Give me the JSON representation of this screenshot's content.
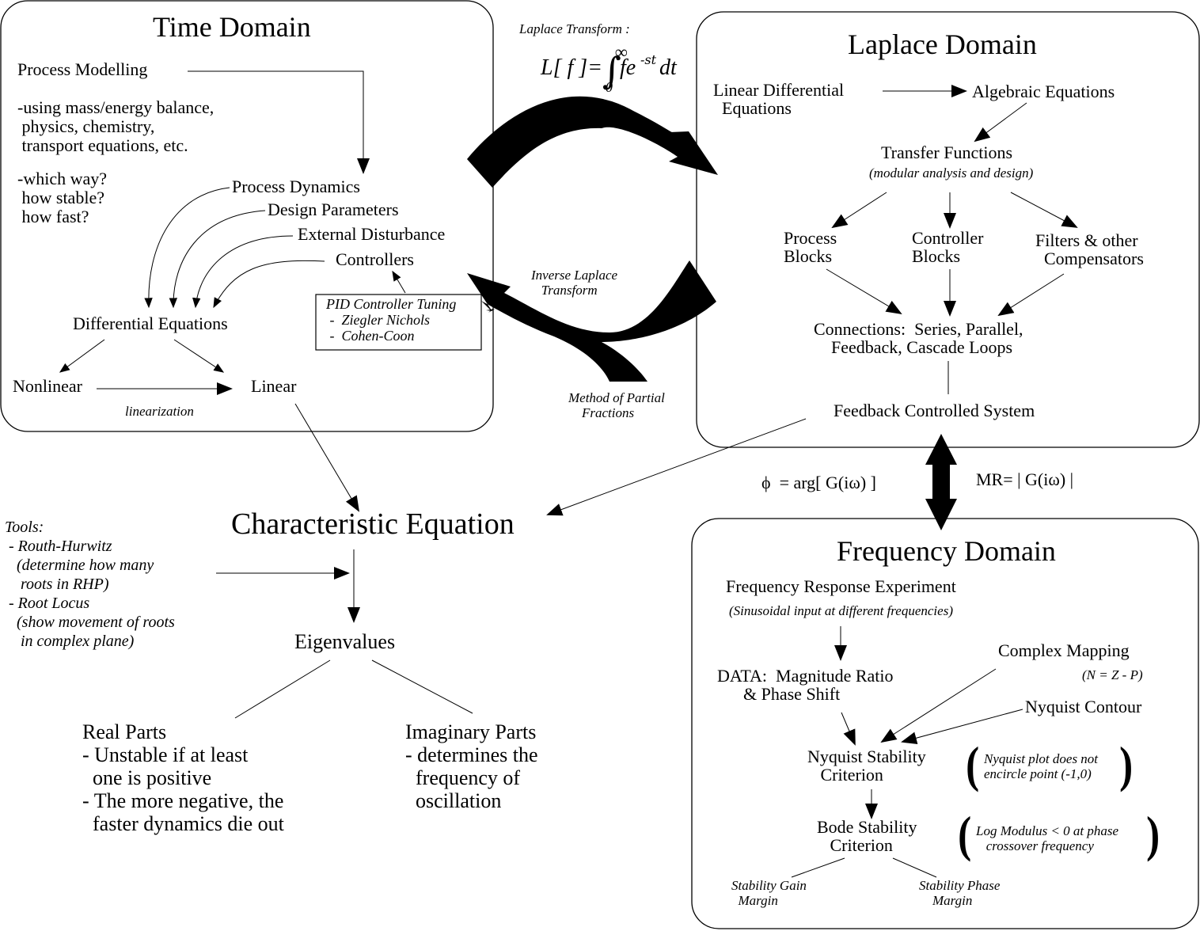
{
  "time_domain": {
    "title": "Time Domain",
    "process_modelling": "Process Modelling",
    "modelling_notes": "-using mass/energy balance,\n physics, chemistry,\n transport equations, etc.",
    "questions": "-which way?\n how stable?\n how fast?",
    "inputs": [
      "Process Dynamics",
      "Design Parameters",
      "External Disturbance",
      "Controllers"
    ],
    "pid_box": {
      "title": "PID Controller Tuning",
      "items": [
        " -  Ziegler Nichols",
        " -  Cohen-Coon"
      ]
    },
    "differential_equations": "Differential Equations",
    "nonlinear": "Nonlinear",
    "linear": "Linear",
    "linearization": "linearization"
  },
  "transforms": {
    "laplace_label": "Laplace Transform :",
    "formula_lhs": "L[ f ]=",
    "formula_body": "fe",
    "formula_exp": "-st",
    "formula_dt": "dt",
    "upper_limit": "∞",
    "lower_limit": "0",
    "inverse_label": "Inverse Laplace\n   Transform",
    "partial_fractions": "Method of Partial\n    Fractions"
  },
  "laplace_domain": {
    "title": "Laplace Domain",
    "linear_diff_eq": "Linear Differential\n  Equations",
    "algebraic_eq": "Algebraic Equations",
    "transfer_functions": "Transfer Functions",
    "transfer_note": "(modular analysis and design)",
    "blocks": [
      "Process\nBlocks",
      "Controller\nBlocks",
      "Filters & other\n  Compensators"
    ],
    "connections": "Connections:  Series, Parallel,\n    Feedback, Cascade Loops",
    "feedback_system": "Feedback Controlled System"
  },
  "link": {
    "phase": "ϕ  = arg[ G(iω) ]",
    "magnitude": "MR= | G(iω) |"
  },
  "frequency_domain": {
    "title": "Frequency Domain",
    "experiment": "Frequency Response Experiment",
    "experiment_note": "(Sinusoidal input at different frequencies)",
    "data": "DATA:  Magnitude Ratio\n      & Phase Shift",
    "complex_mapping": "Complex Mapping",
    "mapping_note": "(N = Z - P)",
    "nyquist_contour": "Nyquist Contour",
    "nyquist_criterion": "Nyquist Stability\n   Criterion",
    "nyquist_note": "Nyquist plot does not\nencircle point (-1,0)",
    "bode_criterion": "Bode Stability\n   Criterion",
    "bode_note": "Log Modulus < 0 at phase\n   crossover frequency",
    "gain_margin": "Stability Gain\n  Margin",
    "phase_margin": "Stability Phase\n    Margin"
  },
  "characteristic": {
    "title": "Characteristic Equation",
    "tools": "Tools:\n - Routh-Hurwitz\n   (determine how many\n    roots in RHP)\n - Root Locus\n   (show movement of roots\n    in complex plane)",
    "eigenvalues": "Eigenvalues",
    "real_parts": "Real Parts\n- Unstable if at least\n  one is positive\n- The more negative, the\n  faster dynamics die out",
    "imaginary_parts": "Imaginary Parts\n- determines the\n  frequency of\n  oscillation"
  }
}
